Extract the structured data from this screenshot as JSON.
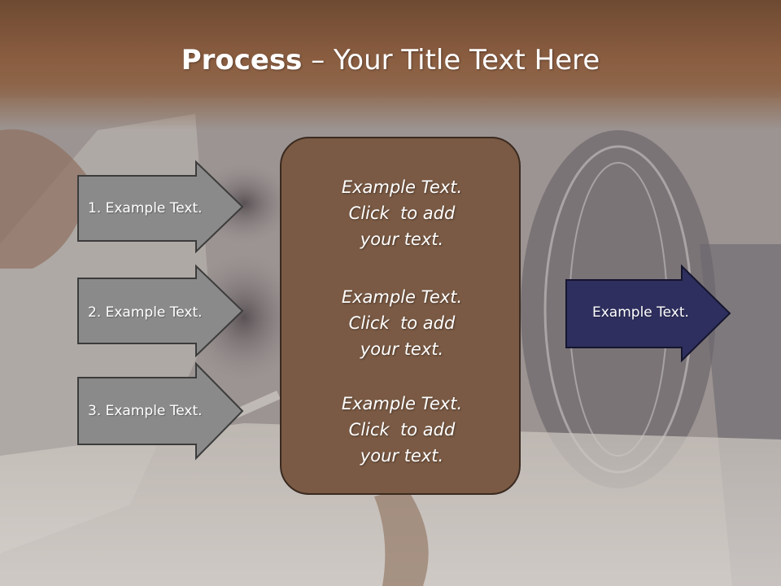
{
  "title": {
    "bold": "Process",
    "rest": " – Your Title Text Here"
  },
  "left_arrows": [
    {
      "label": "1. Example Text."
    },
    {
      "label": "2. Example Text."
    },
    {
      "label": "3. Example Text."
    }
  ],
  "center_panel": {
    "blocks": [
      {
        "lines": [
          "Example Text.",
          "Click  to add",
          "your text."
        ]
      },
      {
        "lines": [
          "Example Text.",
          "Click  to add",
          "your text."
        ]
      },
      {
        "lines": [
          "Example Text.",
          "Click  to add",
          "your text."
        ]
      }
    ]
  },
  "right_arrow": {
    "label": "Example Text."
  },
  "colors": {
    "title_band": "#8a5d40",
    "left_arrow_fill": "#8a8a8a",
    "panel_fill": "#7a5a44",
    "right_arrow_fill": "#2e2f5e"
  }
}
